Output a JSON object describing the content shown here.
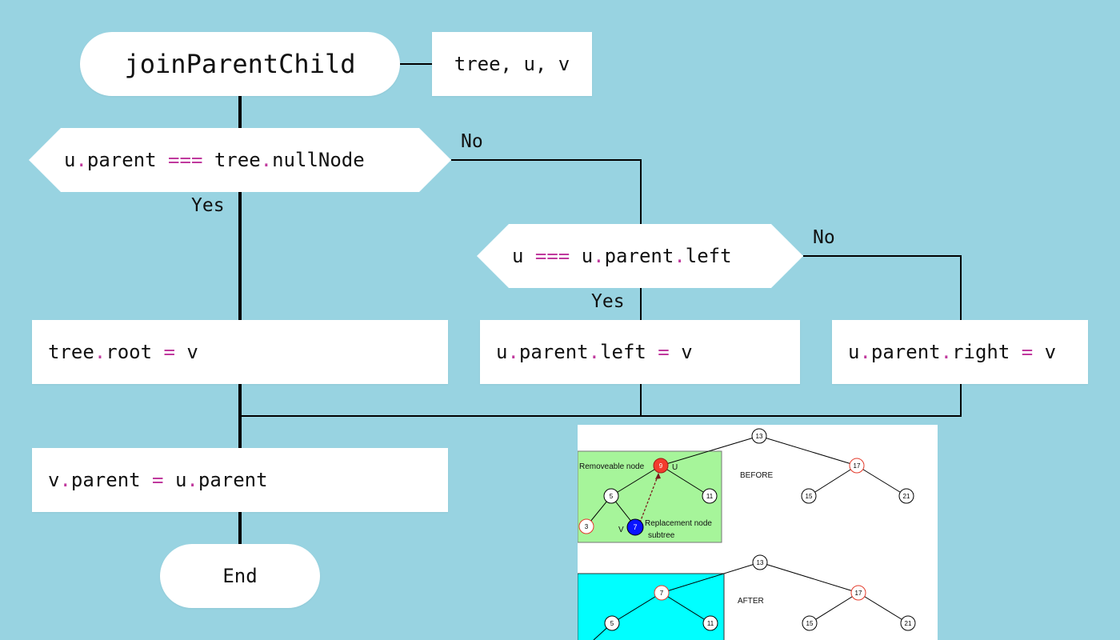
{
  "start": {
    "label": "joinParentChild",
    "params": "tree, u, v"
  },
  "decision1": {
    "parts": [
      "u",
      ".",
      "parent",
      " === ",
      "tree",
      ".",
      "nullNode"
    ],
    "yes": "Yes",
    "no": "No"
  },
  "decision2": {
    "parts": [
      "u",
      " === ",
      "u",
      ".",
      "parent",
      ".",
      "left"
    ],
    "yes": "Yes",
    "no": "No"
  },
  "action_root": {
    "parts": [
      "tree",
      ".",
      "root",
      " = ",
      "v"
    ]
  },
  "action_left": {
    "parts": [
      "u",
      ".",
      "parent",
      ".",
      "left",
      " = ",
      "v"
    ]
  },
  "action_right": {
    "parts": [
      "u",
      ".",
      "parent",
      ".",
      "right",
      " = ",
      "v"
    ]
  },
  "action_parent": {
    "parts": [
      "v",
      ".",
      "parent",
      " = ",
      "u",
      ".",
      "parent"
    ]
  },
  "end": {
    "label": "End"
  },
  "tree_figure": {
    "before_label": "BEFORE",
    "after_label": "AFTER",
    "removeable_label": "Removeable node",
    "replacement_label_1": "Replacement node",
    "replacement_label_2": "subtree",
    "u_label": "U",
    "v_label": "V",
    "before_nodes": [
      "13",
      "9",
      "17",
      "5",
      "11",
      "15",
      "21",
      "3",
      "7"
    ],
    "after_nodes": [
      "13",
      "7",
      "17",
      "5",
      "11",
      "15",
      "21"
    ],
    "colors": {
      "green_box": "#a6f59a",
      "cyan_box": "#00ffff",
      "red_node": "#f23b2e",
      "blue_node": "#0a14ff",
      "red_outline": "#e33a2a"
    }
  }
}
